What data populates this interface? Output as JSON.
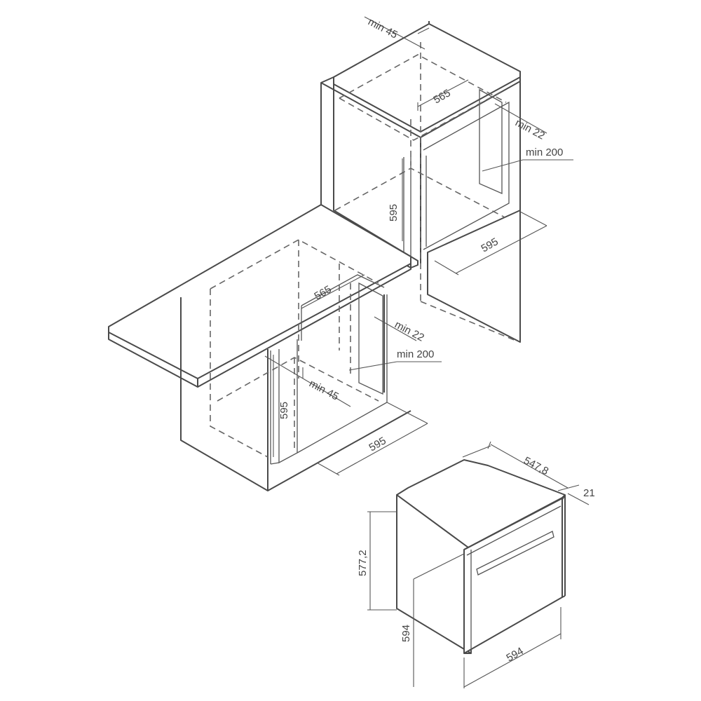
{
  "upper_cabinet": {
    "min_top_gap": "min 45",
    "niche_depth": "565",
    "side_gap": "min 22",
    "vent_gap": "min 200",
    "niche_height": "595",
    "niche_width": "595"
  },
  "lower_cabinet": {
    "niche_depth": "565",
    "side_gap": "min 22",
    "vent_gap": "min 200",
    "min_gap": "min  45",
    "niche_height": "595",
    "niche_width": "595"
  },
  "oven": {
    "depth": "547,8",
    "door_thickness": "21",
    "body_height": "577,2",
    "total_height": "594",
    "width": "594"
  }
}
